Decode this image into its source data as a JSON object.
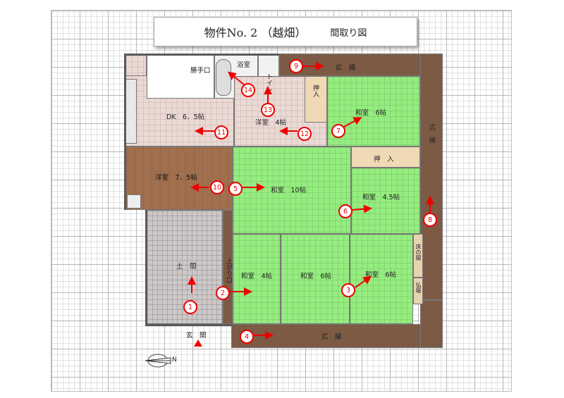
{
  "header": {
    "title": "物件No. 2 （越畑）",
    "subtitle": "間取り図"
  },
  "rooms": {
    "dk": "DK　6．5帖",
    "yoshitsu4": "洋室　4帖",
    "yoshitsu75": "洋室　7．5帖",
    "washitsu10": "和室　10帖",
    "washitsu6_top": "和室　6帖",
    "washitsu45": "和室　4.5帖",
    "washitsu4": "和室　4帖",
    "washitsu6_mid": "和室　6帖",
    "washitsu6_right": "和室　6帖",
    "doma": "土　間",
    "bath": "浴室",
    "toilet": "トイレ",
    "katteguchi": "勝手口",
    "genkan": "玄　関",
    "agariguchi": "上がり口",
    "engawa_top": "広　縁",
    "engawa_bottom": "広　縁",
    "engawa_right": "広　縁",
    "oshiire_h": "押　入",
    "oshiire_v": "押入",
    "tokonoma": "床の間",
    "butsuma": "仏壇"
  },
  "markers": [
    "1",
    "2",
    "3",
    "4",
    "5",
    "6",
    "7",
    "8",
    "9",
    "10",
    "11",
    "12",
    "13",
    "14"
  ],
  "compass": {
    "label": "N"
  },
  "colors": {
    "marker": "#e00000",
    "tatami": "#95ec7f",
    "engawa": "#7c5a43"
  }
}
